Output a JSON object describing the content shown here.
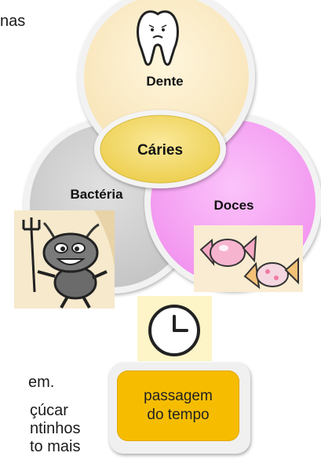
{
  "background_text": {
    "frag_nas": "nas",
    "frag_em": "em.",
    "frag_cucar": "çúcar",
    "frag_ntinhos": "ntinhos",
    "frag_to_mais": "to mais"
  },
  "diagram": {
    "circles": [
      {
        "name": "Dente",
        "color": "#fcebc7",
        "icon": "tooth-icon"
      },
      {
        "name": "Bactéria",
        "color": "#d2d2d2",
        "icon": "bacteria-devil-icon"
      },
      {
        "name": "Doces",
        "color": "#f7a6f5",
        "icon": "candy-icon"
      }
    ],
    "center_label": "Cáries",
    "center_color": "#f4dc6c",
    "clock_icon": "clock-icon",
    "time_box": {
      "line1": "passagem",
      "line2": "do tempo",
      "color": "#f6bd00"
    }
  }
}
